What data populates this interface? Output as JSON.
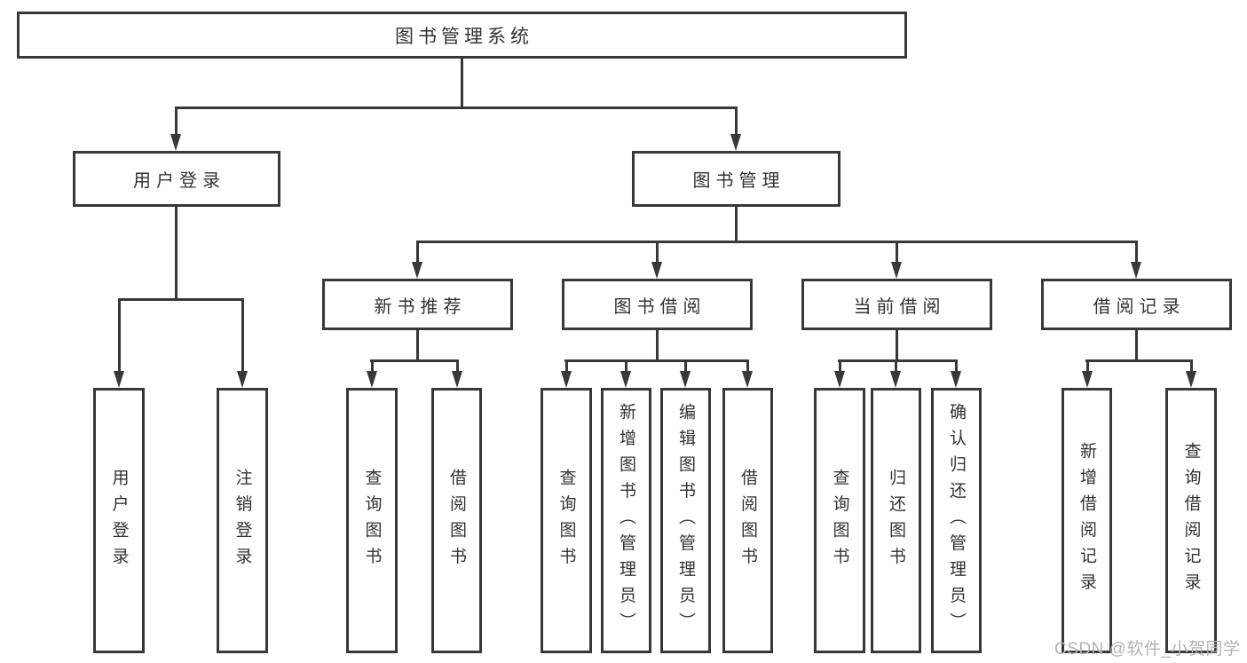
{
  "tree": {
    "label": "图书管理系统",
    "children": [
      {
        "label": "用户登录",
        "children": [
          {
            "label": "用户登录"
          },
          {
            "label": "注销登录"
          }
        ]
      },
      {
        "label": "图书管理",
        "children": [
          {
            "label": "新书推荐",
            "children": [
              {
                "label": "查询图书"
              },
              {
                "label": "借阅图书"
              }
            ]
          },
          {
            "label": "图书借阅",
            "children": [
              {
                "label": "查询图书"
              },
              {
                "label": "新增图书（管理员）"
              },
              {
                "label": "编辑图书（管理员）"
              },
              {
                "label": "借阅图书"
              }
            ]
          },
          {
            "label": "当前借阅",
            "children": [
              {
                "label": "查询图书"
              },
              {
                "label": "归还图书"
              },
              {
                "label": "确认归还（管理员）"
              }
            ]
          },
          {
            "label": "借阅记录",
            "children": [
              {
                "label": "新增借阅记录"
              },
              {
                "label": "查询借阅记录"
              }
            ]
          }
        ]
      }
    ]
  },
  "watermark": {
    "text": "CSDN @软件_小贺同学"
  },
  "colors": {
    "line": "#383838",
    "text": "#333333",
    "background": "#ffffff",
    "watermark": "#b3b3b3"
  }
}
